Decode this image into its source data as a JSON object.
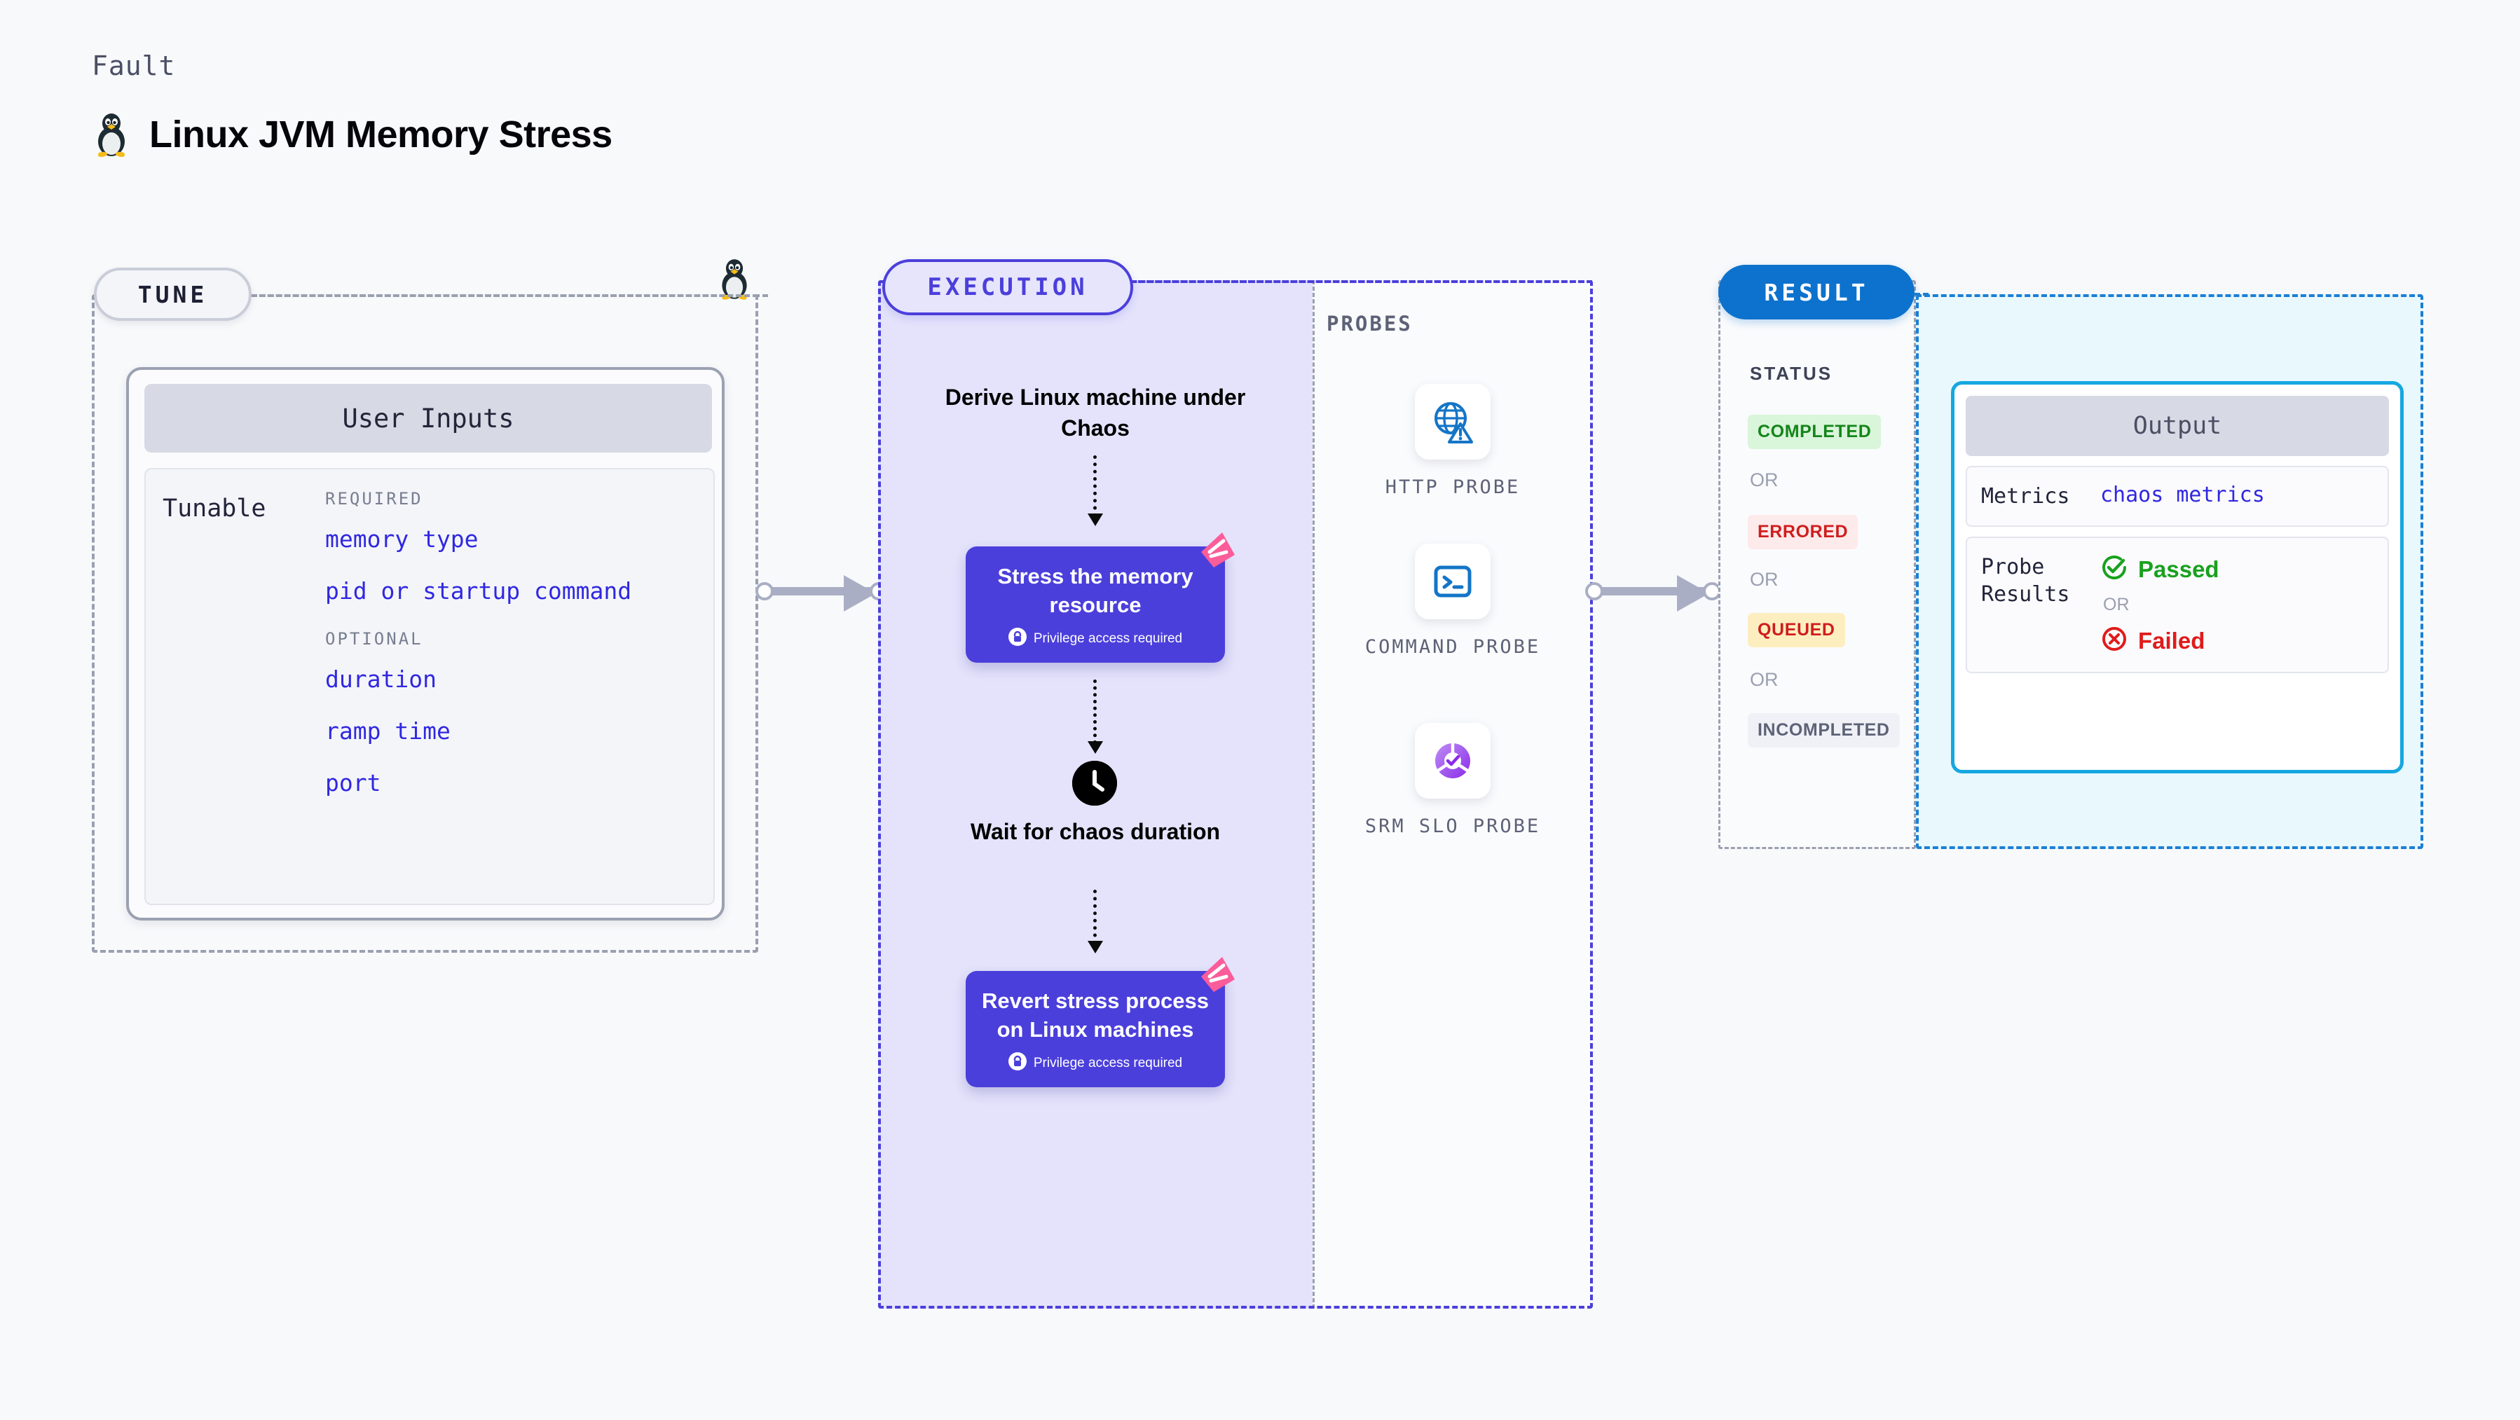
{
  "header": {
    "kicker": "Fault",
    "title": "Linux JVM Memory Stress",
    "icon": "linux-tux-icon"
  },
  "tune": {
    "badge": "TUNE",
    "card_header": "User Inputs",
    "tunable_label": "Tunable",
    "sections": [
      {
        "heading": "REQUIRED",
        "items": [
          "memory type",
          "pid or startup command"
        ]
      },
      {
        "heading": "OPTIONAL",
        "items": [
          "duration",
          "ramp time",
          "port"
        ]
      }
    ]
  },
  "execution": {
    "badge": "EXECUTION",
    "steps": [
      {
        "type": "text",
        "label": "Derive Linux machine under Chaos"
      },
      {
        "type": "card",
        "label": "Stress the memory resource",
        "privilege": "Privilege access required",
        "ribbon": true
      },
      {
        "type": "wait",
        "label": "Wait for chaos duration",
        "icon": "clock-icon"
      },
      {
        "type": "card",
        "label": "Revert stress process on Linux machines",
        "privilege": "Privilege access required",
        "ribbon": true
      }
    ]
  },
  "probes": {
    "label": "PROBES",
    "items": [
      {
        "name": "HTTP PROBE",
        "icon": "globe-warning-icon"
      },
      {
        "name": "COMMAND PROBE",
        "icon": "terminal-icon"
      },
      {
        "name": "SRM SLO PROBE",
        "icon": "slo-donut-check-icon"
      }
    ]
  },
  "result": {
    "badge": "RESULT",
    "status_label": "STATUS",
    "or_text": "OR",
    "statuses": [
      {
        "label": "COMPLETED",
        "bg": "#d9f5da",
        "fg": "#14851a"
      },
      {
        "label": "ERRORED",
        "bg": "#fdeaea",
        "fg": "#cf1d1d"
      },
      {
        "label": "QUEUED",
        "bg": "#fdeec0",
        "fg": "#cf1d1d"
      },
      {
        "label": "INCOMPLETED",
        "bg": "#eff1f6",
        "fg": "#5d6277"
      }
    ],
    "output": {
      "header": "Output",
      "metrics_key": "Metrics",
      "metrics_value": "chaos metrics",
      "probe_key": "Probe Results",
      "passed": "Passed",
      "failed": "Failed",
      "or_text": "OR"
    }
  },
  "colors": {
    "accent_purple": "#4b3fdb",
    "accent_blue": "#0d72cd",
    "accent_cyan": "#16a7e0",
    "link": "#3028e0",
    "ribbon_pink": "#fb5c9a"
  }
}
